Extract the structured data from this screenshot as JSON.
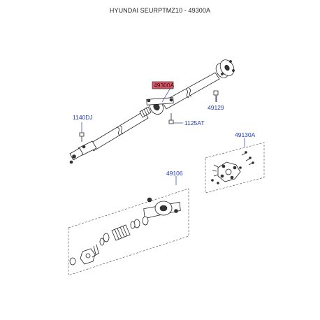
{
  "header": {
    "title": "HYUNDAI SEURPTMZ10 - 49300A"
  },
  "callouts": {
    "main_assembly": "49300A",
    "bolt_rear": "49129",
    "bolt_front": "1140DJ",
    "bolt_center": "1125AT",
    "flex_coupling": "49130A",
    "center_bearing_kit": "49106"
  },
  "colors": {
    "label_blue": "#1f3bb3",
    "highlight_red": "#e85a6a",
    "line": "#222222"
  }
}
